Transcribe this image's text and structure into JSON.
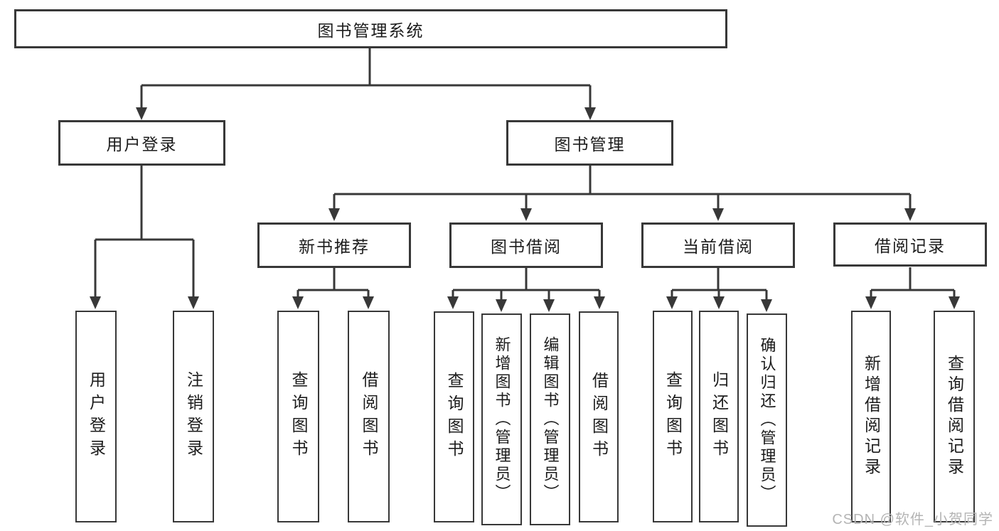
{
  "tree": {
    "label": "图书管理系统",
    "children": [
      {
        "label": "用户登录",
        "children": [
          {
            "label": "用户登录"
          },
          {
            "label": "注销登录"
          }
        ]
      },
      {
        "label": "图书管理",
        "children": [
          {
            "label": "新书推荐",
            "children": [
              {
                "label": "查询图书"
              },
              {
                "label": "借阅图书"
              }
            ]
          },
          {
            "label": "图书借阅",
            "children": [
              {
                "label": "查询图书"
              },
              {
                "label": "新增图书（管理员）"
              },
              {
                "label": "编辑图书（管理员）"
              },
              {
                "label": "借阅图书"
              }
            ]
          },
          {
            "label": "当前借阅",
            "children": [
              {
                "label": "查询图书"
              },
              {
                "label": "归还图书"
              },
              {
                "label": "确认归还（管理员）"
              }
            ]
          },
          {
            "label": "借阅记录",
            "children": [
              {
                "label": "新增借阅记录"
              },
              {
                "label": "查询借阅记录"
              }
            ]
          }
        ]
      }
    ]
  },
  "watermark": {
    "text": "CSDN @软件_小贺同学"
  },
  "colors": {
    "line": "#383838",
    "text": "#1c1c1c",
    "watermark": "#b4b4b4",
    "background": "#ffffff"
  }
}
